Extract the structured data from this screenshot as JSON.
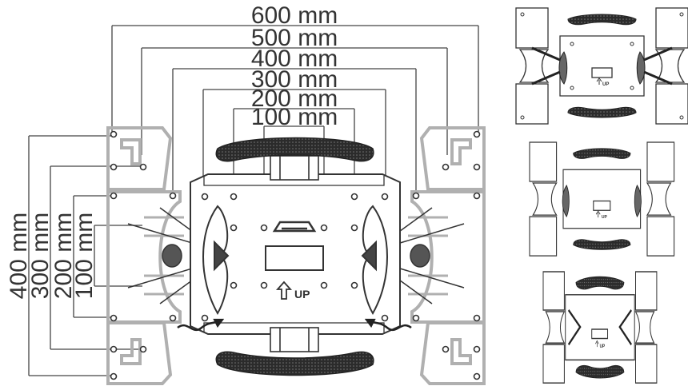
{
  "horizontal_labels": [
    "600 mm",
    "500 mm",
    "400 mm",
    "300 mm",
    "200 mm",
    "100 mm"
  ],
  "vertical_labels": [
    "400 mm",
    "300 mm",
    "200 mm",
    "100 mm"
  ],
  "plate_text": "UP",
  "thumb_text": "UP",
  "colors": {
    "line": "#333333",
    "gray": "#b5b5b5",
    "dark": "#2b2b2b"
  }
}
